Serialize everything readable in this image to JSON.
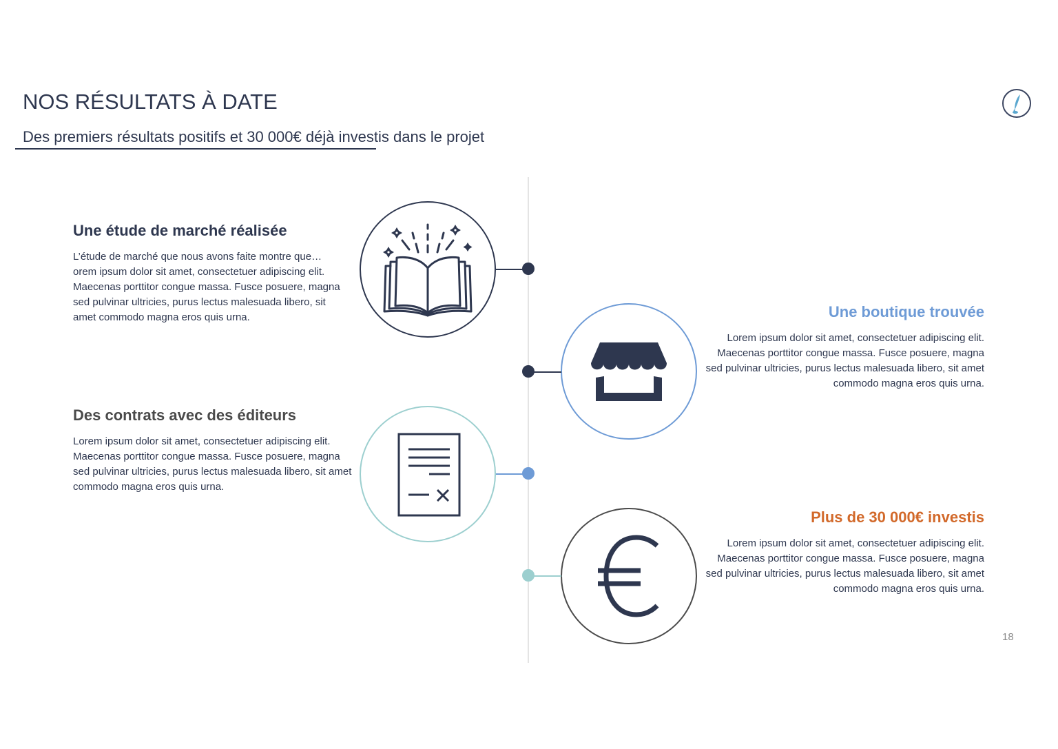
{
  "header": {
    "title": "NOS RÉSULTATS À DATE",
    "subtitle": "Des premiers résultats positifs et 30 000€ déjà investis dans le projet",
    "logo_icon": "quill-feather-icon"
  },
  "timeline": {
    "items": [
      {
        "side": "left",
        "icon": "open-book-sparkles-icon",
        "heading": "Une étude de marché réalisée",
        "heading_color": "#2e374f",
        "circle_color": "#2e374f",
        "dot_color": "#2e374f",
        "body": "L’étude de marché que nous avons faite montre que… orem ipsum dolor sit amet, consectetuer adipiscing elit. Maecenas porttitor congue massa. Fusce posuere, magna sed pulvinar ultricies, purus lectus malesuada libero, sit amet commodo magna eros quis urna."
      },
      {
        "side": "right",
        "icon": "storefront-icon",
        "heading": "Une boutique trouvée",
        "heading_color": "#6e9bd6",
        "circle_color": "#6e9bd6",
        "dot_color": "#2e374f",
        "body": "Lorem ipsum dolor sit amet, consectetuer adipiscing elit. Maecenas porttitor congue massa. Fusce posuere, magna sed pulvinar ultricies, purus lectus malesuada libero, sit amet commodo magna eros quis urna."
      },
      {
        "side": "left",
        "icon": "contract-document-icon",
        "heading": "Des contrats avec des éditeurs",
        "heading_color": "#4a4a4a",
        "circle_color": "#9ccfcf",
        "dot_color": "#6e9bd6",
        "body": "Lorem ipsum dolor sit amet, consectetuer adipiscing elit. Maecenas porttitor congue massa. Fusce posuere, magna sed pulvinar ultricies, purus lectus malesuada libero, sit amet commodo magna eros quis urna."
      },
      {
        "side": "right",
        "icon": "euro-icon",
        "heading": "Plus de 30 000€ investis",
        "heading_color": "#d2692a",
        "circle_color": "#4a4a4a",
        "dot_color": "#9ccfcf",
        "body": "Lorem ipsum dolor sit amet, consectetuer adipiscing elit. Maecenas porttitor congue massa. Fusce posuere, magna sed pulvinar ultricies, purus lectus malesuada libero, sit amet commodo magna eros quis urna."
      }
    ]
  },
  "footer": {
    "page_number": "18"
  }
}
